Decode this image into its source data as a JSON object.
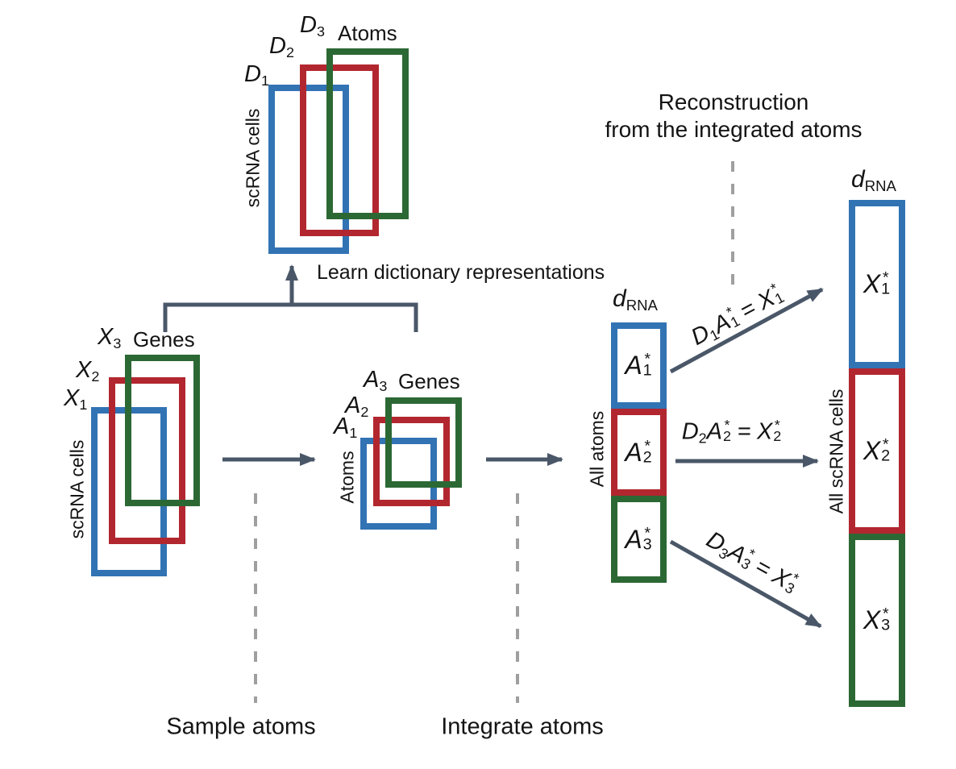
{
  "colors": {
    "blue": "#3273b4",
    "red": "#b2272f",
    "green": "#2c6834",
    "slate": "#4a5768",
    "dash": "#9f9f9f",
    "ink": "#141414"
  },
  "dictionary_group": {
    "axis_top": "Atoms",
    "axis_left": "scRNA cells",
    "matrices": [
      {
        "base": "D",
        "sub": "1"
      },
      {
        "base": "D",
        "sub": "2"
      },
      {
        "base": "D",
        "sub": "3"
      }
    ]
  },
  "data_group": {
    "axis_top": "Genes",
    "axis_left": "scRNA cells",
    "matrices": [
      {
        "base": "X",
        "sub": "1"
      },
      {
        "base": "X",
        "sub": "2"
      },
      {
        "base": "X",
        "sub": "3"
      }
    ]
  },
  "atoms_group": {
    "axis_top": "Genes",
    "axis_left": "Atoms",
    "matrices": [
      {
        "base": "A",
        "sub": "1"
      },
      {
        "base": "A",
        "sub": "2"
      },
      {
        "base": "A",
        "sub": "3"
      }
    ]
  },
  "integrated_stack": {
    "dim_label": {
      "base": "d",
      "sub": "RNA"
    },
    "axis_left": "All atoms",
    "cells": [
      {
        "base": "A",
        "sub": "1",
        "sup": "*"
      },
      {
        "base": "A",
        "sub": "2",
        "sup": "*"
      },
      {
        "base": "A",
        "sub": "3",
        "sup": "*"
      }
    ]
  },
  "reconstruction_stack": {
    "dim_label": {
      "base": "d",
      "sub": "RNA"
    },
    "axis_left": "All scRNA cells",
    "cells": [
      {
        "base": "X",
        "sub": "1",
        "sup": "*"
      },
      {
        "base": "X",
        "sub": "2",
        "sup": "*"
      },
      {
        "base": "X",
        "sub": "3",
        "sup": "*"
      }
    ]
  },
  "captions": {
    "learn": "Learn dictionary representations",
    "sample": "Sample atoms",
    "integrate": "Integrate atoms",
    "reconstruction_line1": "Reconstruction",
    "reconstruction_line2": "from the integrated atoms"
  },
  "equations": [
    {
      "coef": "D",
      "coef_sub": "1",
      "var": "A",
      "var_sub": "1",
      "var_sup": "*",
      "rel": "=",
      "res": "X",
      "res_sub": "1",
      "res_sup": "*"
    },
    {
      "coef": "D",
      "coef_sub": "2",
      "var": "A",
      "var_sub": "2",
      "var_sup": "*",
      "rel": "=",
      "res": "X",
      "res_sub": "2",
      "res_sup": "*"
    },
    {
      "coef": "D",
      "coef_sub": "3",
      "var": "A",
      "var_sub": "3",
      "var_sup": "*",
      "rel": "=",
      "res": "X",
      "res_sub": "3",
      "res_sup": "*"
    }
  ]
}
